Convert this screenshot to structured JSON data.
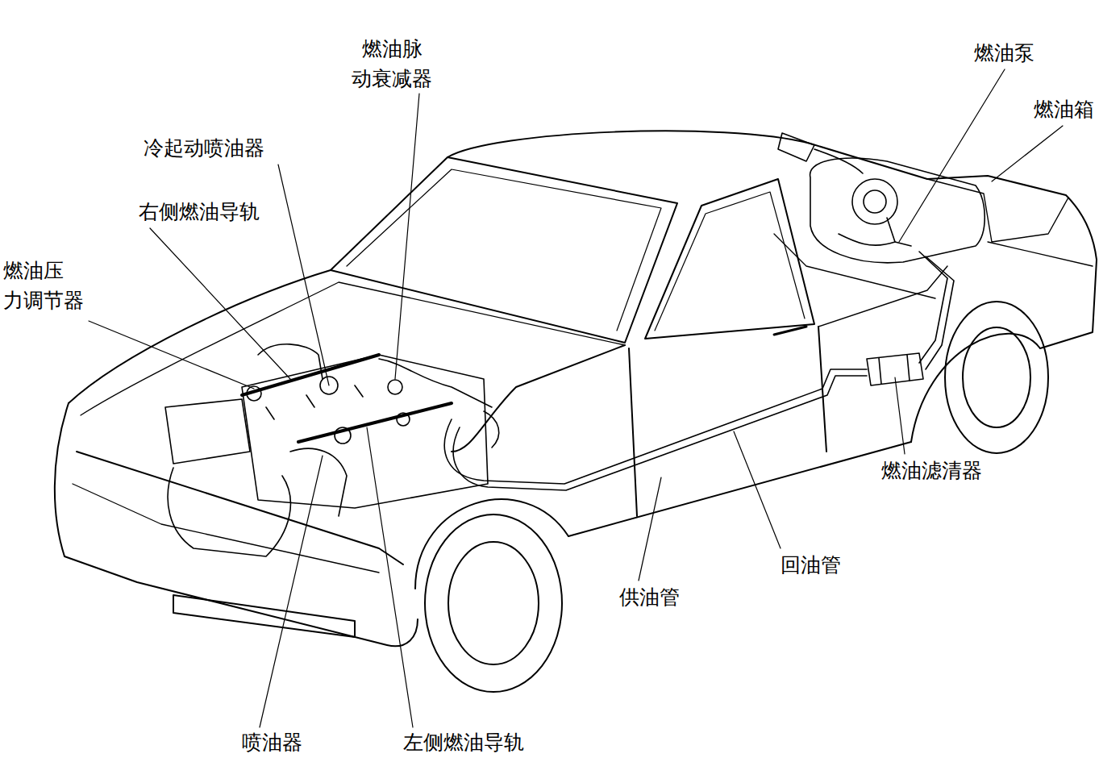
{
  "diagram": {
    "labels": [
      "燃油脉 动衰减器",
      "燃油泵",
      "燃油箱",
      "冷起动喷油器",
      "右侧燃油导轨",
      "燃油压 力调节器",
      "燃油滤清器",
      "回油管",
      "供油管",
      "喷油器",
      "左侧燃油导轨"
    ]
  }
}
